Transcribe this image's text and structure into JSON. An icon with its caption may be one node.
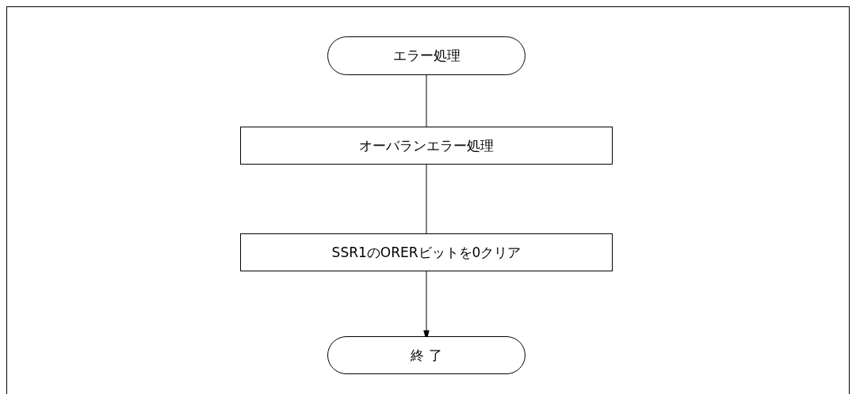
{
  "diagram": {
    "nodes": [
      {
        "text": [
          "エラー処理"
        ]
      },
      {
        "text": [
          "オーバランエラー処理"
        ]
      },
      {
        "text": [
          "SSR1のORERビットを0クリア"
        ]
      },
      {
        "text": [
          "終 了"
        ]
      }
    ],
    "edges": [
      {
        "from": 0,
        "to": 1,
        "arrow": "none"
      },
      {
        "from": 1,
        "to": 2,
        "arrow": "none"
      },
      {
        "from": 2,
        "to": 3,
        "arrow": "to"
      }
    ]
  }
}
